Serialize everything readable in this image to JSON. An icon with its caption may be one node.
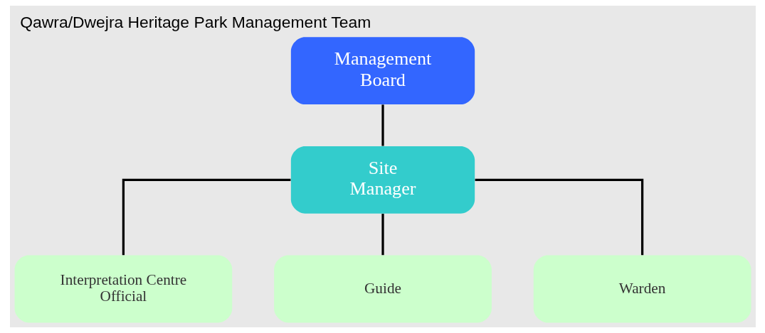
{
  "diagram": {
    "title": "Qawra/Dwejra Heritage Park Management Team",
    "nodes": [
      {
        "text": [
          "Management Board"
        ]
      },
      {
        "text": [
          "Site Manager"
        ]
      },
      {
        "text": [
          "Interpretation Centre Official"
        ]
      },
      {
        "text": [
          "Guide"
        ]
      },
      {
        "text": [
          "Warden"
        ]
      }
    ],
    "edges": [
      {
        "from": 0,
        "to": 1,
        "arrow": "none"
      },
      {
        "from": 1,
        "to": 2,
        "arrow": "none"
      },
      {
        "from": 1,
        "to": 3,
        "arrow": "none"
      },
      {
        "from": 1,
        "to": 4,
        "arrow": "none"
      }
    ]
  }
}
